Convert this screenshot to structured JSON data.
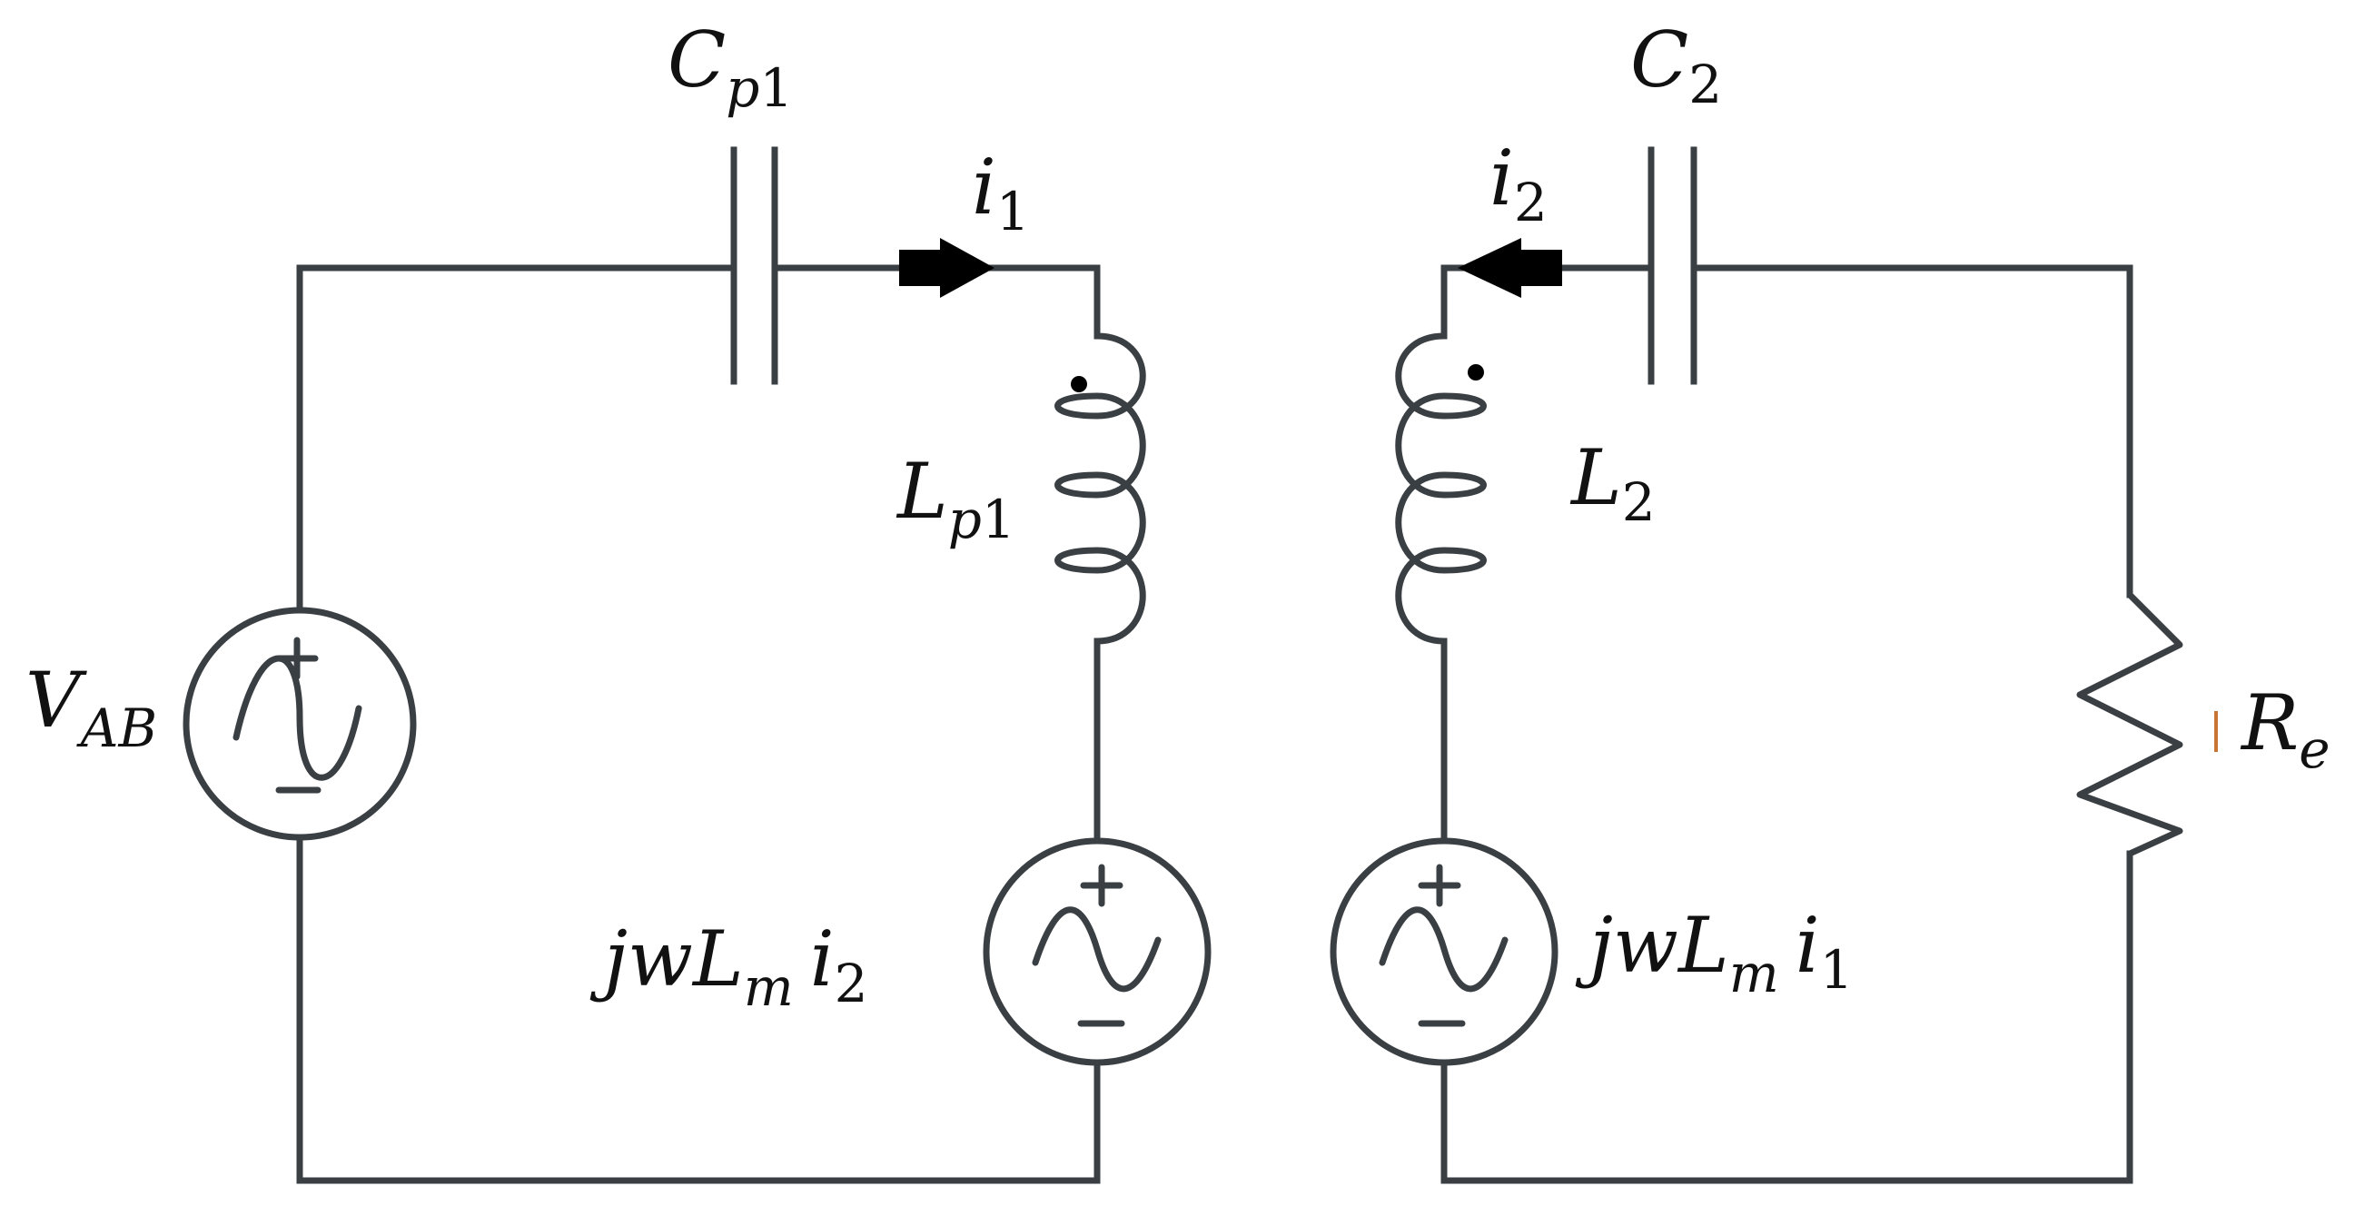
{
  "diagram": {
    "components": {
      "cp1": {
        "symbol": "C",
        "sub_italic": "p",
        "sub_normal": "1"
      },
      "i1": {
        "symbol": "i",
        "sub_normal": "1"
      },
      "lp1": {
        "symbol": "L",
        "sub_italic": "p",
        "sub_normal": "1"
      },
      "vab": {
        "symbol": "V",
        "sub_italic": "AB"
      },
      "src_left": {
        "prefix": "jw",
        "symbol": "L",
        "sub_italic": "m",
        "current": "i",
        "current_sub": "2"
      },
      "c2": {
        "symbol": "C",
        "sub_normal": "2"
      },
      "i2": {
        "symbol": "i",
        "sub_normal": "2"
      },
      "l2": {
        "symbol": "L",
        "sub_normal": "2"
      },
      "re": {
        "symbol": "R",
        "sub_italic": "e"
      },
      "src_right": {
        "prefix": "jw",
        "symbol": "L",
        "sub_italic": "m",
        "current": "i",
        "current_sub": "1"
      }
    },
    "colors": {
      "wire": "#3a3f44",
      "arrow": "#000000",
      "text": "#111111",
      "re_marker": "#c87533"
    }
  }
}
